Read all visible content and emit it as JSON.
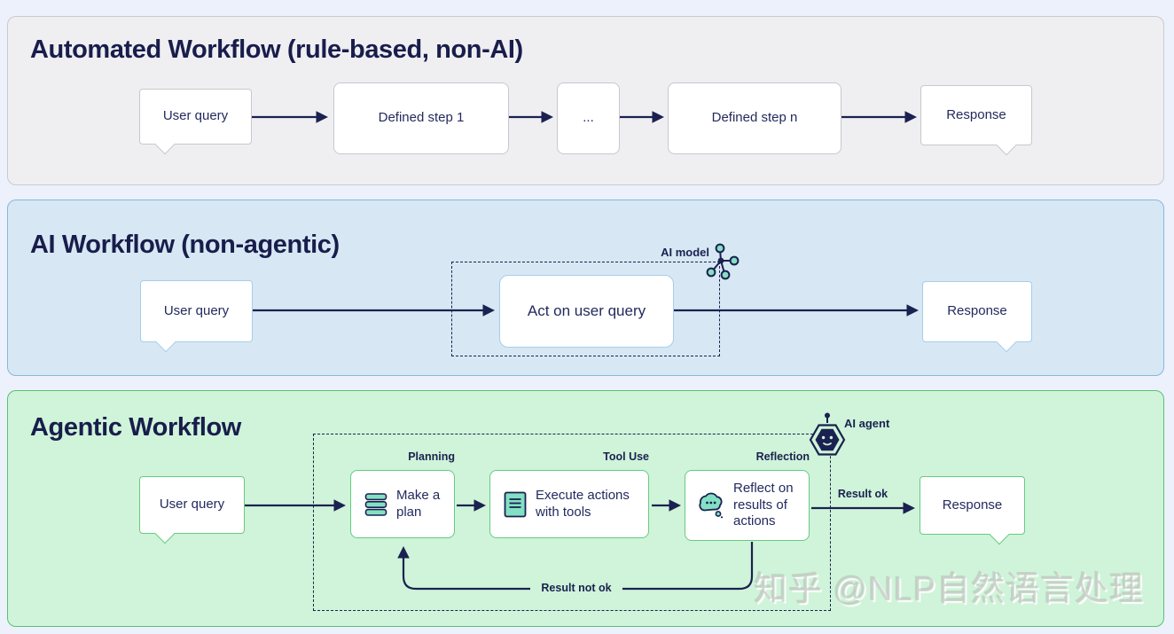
{
  "watermark": "知乎 @NLP自然语言处理",
  "colors": {
    "page_bg": "#edf1fb",
    "ink_navy": "#1b2150",
    "panel_auto_bg": "#efeff2",
    "panel_auto_border": "#c9c9d0",
    "panel_ai_bg": "#d7e8f4",
    "panel_ai_border": "#86b8da",
    "panel_agentic_bg": "#cff4d9",
    "panel_agentic_border": "#58c274",
    "teal_icon": "#83e0c3"
  },
  "panels": {
    "automated": {
      "title": "Automated Workflow (rule-based, non-AI)",
      "nodes": {
        "user_query": "User query",
        "step1": "Defined step 1",
        "ellipsis": "...",
        "stepn": "Defined step n",
        "response": "Response"
      }
    },
    "ai": {
      "title": "AI Workflow (non-agentic)",
      "model_label": "AI model",
      "nodes": {
        "user_query": "User query",
        "act": "Act on user query",
        "response": "Response"
      }
    },
    "agentic": {
      "title": "Agentic Workflow",
      "agent_label": "AI agent",
      "stage_labels": {
        "planning": "Planning",
        "tool_use": "Tool Use",
        "reflection": "Reflection"
      },
      "nodes": {
        "user_query": "User query",
        "plan": "Make a plan",
        "execute": "Execute actions with tools",
        "reflect": "Reflect on results of actions",
        "response": "Response"
      },
      "edge_labels": {
        "result_ok": "Result ok",
        "result_not_ok": "Result not ok"
      }
    }
  }
}
